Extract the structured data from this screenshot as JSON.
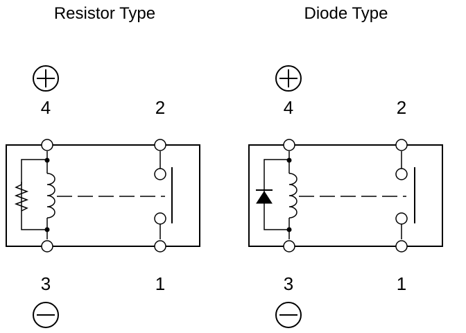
{
  "diagrams": [
    {
      "title": "Resistor Type",
      "suppressor": "resistor",
      "pins": {
        "top_left": "4",
        "top_right": "2",
        "bottom_left": "3",
        "bottom_right": "1"
      },
      "polarity": {
        "top": "+",
        "bottom": "−"
      }
    },
    {
      "title": "Diode Type",
      "suppressor": "diode",
      "pins": {
        "top_left": "4",
        "top_right": "2",
        "bottom_left": "3",
        "bottom_right": "1"
      },
      "polarity": {
        "top": "+",
        "bottom": "−"
      }
    }
  ]
}
